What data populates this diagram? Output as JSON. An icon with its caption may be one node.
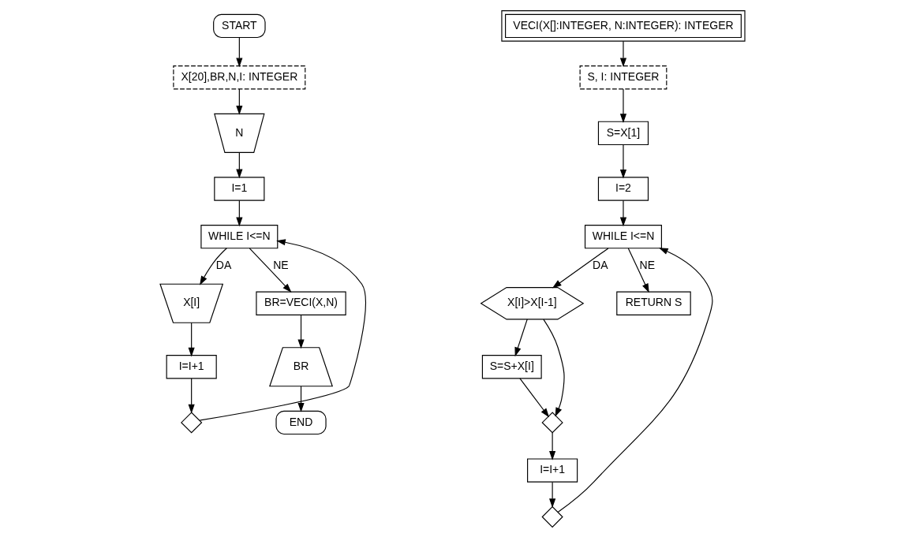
{
  "diagram": {
    "nodes": [
      {
        "text": [
          "START"
        ]
      },
      {
        "text": [
          "X[20],BR,N,I: INTEGER"
        ]
      },
      {
        "text": [
          "N"
        ]
      },
      {
        "text": [
          "I=1"
        ]
      },
      {
        "text": [
          "WHILE I<=N"
        ]
      },
      {
        "text": [
          "X[I]"
        ]
      },
      {
        "text": [
          "I=I+1"
        ]
      },
      {
        "text": [],
        "shape": "diamond"
      },
      {
        "text": [
          "BR=VECI(X,N)"
        ]
      },
      {
        "text": [
          "BR"
        ]
      },
      {
        "text": [
          "END"
        ]
      },
      {
        "text": [
          "VECI(X[]:INTEGER, N:INTEGER): INTEGER"
        ]
      },
      {
        "text": [
          "S, I: INTEGER"
        ]
      },
      {
        "text": [
          "S=X[1]"
        ]
      },
      {
        "text": [
          "I=2"
        ]
      },
      {
        "text": [
          "WHILE I<=N"
        ]
      },
      {
        "text": [
          "X[I]>X[I-1]"
        ]
      },
      {
        "text": [
          "S=S+X[I]"
        ]
      },
      {
        "text": [],
        "shape": "diamond"
      },
      {
        "text": [
          "I=I+1"
        ]
      },
      {
        "text": [],
        "shape": "diamond"
      },
      {
        "text": [
          "RETURN S"
        ]
      }
    ],
    "edges": [
      {
        "from": 0,
        "to": 1,
        "arrow": "to"
      },
      {
        "from": 1,
        "to": 2,
        "arrow": "to"
      },
      {
        "from": 2,
        "to": 3,
        "arrow": "to"
      },
      {
        "from": 3,
        "to": 4,
        "arrow": "to"
      },
      {
        "from": 4,
        "to": 5,
        "arrow": "to",
        "label": "DA"
      },
      {
        "from": 5,
        "to": 6,
        "arrow": "to"
      },
      {
        "from": 6,
        "to": 7,
        "arrow": "to"
      },
      {
        "from": 7,
        "to": 4,
        "arrow": "to"
      },
      {
        "from": 4,
        "to": 8,
        "arrow": "to",
        "label": "NE"
      },
      {
        "from": 8,
        "to": 9,
        "arrow": "to"
      },
      {
        "from": 9,
        "to": 10,
        "arrow": "to"
      },
      {
        "from": 11,
        "to": 12,
        "arrow": "to"
      },
      {
        "from": 12,
        "to": 13,
        "arrow": "to"
      },
      {
        "from": 13,
        "to": 14,
        "arrow": "to"
      },
      {
        "from": 14,
        "to": 15,
        "arrow": "to"
      },
      {
        "from": 15,
        "to": 16,
        "arrow": "to",
        "label": "DA"
      },
      {
        "from": 16,
        "to": 17,
        "arrow": "to"
      },
      {
        "from": 17,
        "to": 18,
        "arrow": "to"
      },
      {
        "from": 16,
        "to": 18,
        "arrow": "to"
      },
      {
        "from": 18,
        "to": 19,
        "arrow": "to"
      },
      {
        "from": 19,
        "to": 20,
        "arrow": "to"
      },
      {
        "from": 20,
        "to": 15,
        "arrow": "to"
      },
      {
        "from": 15,
        "to": 21,
        "arrow": "to",
        "label": "NE"
      }
    ]
  }
}
